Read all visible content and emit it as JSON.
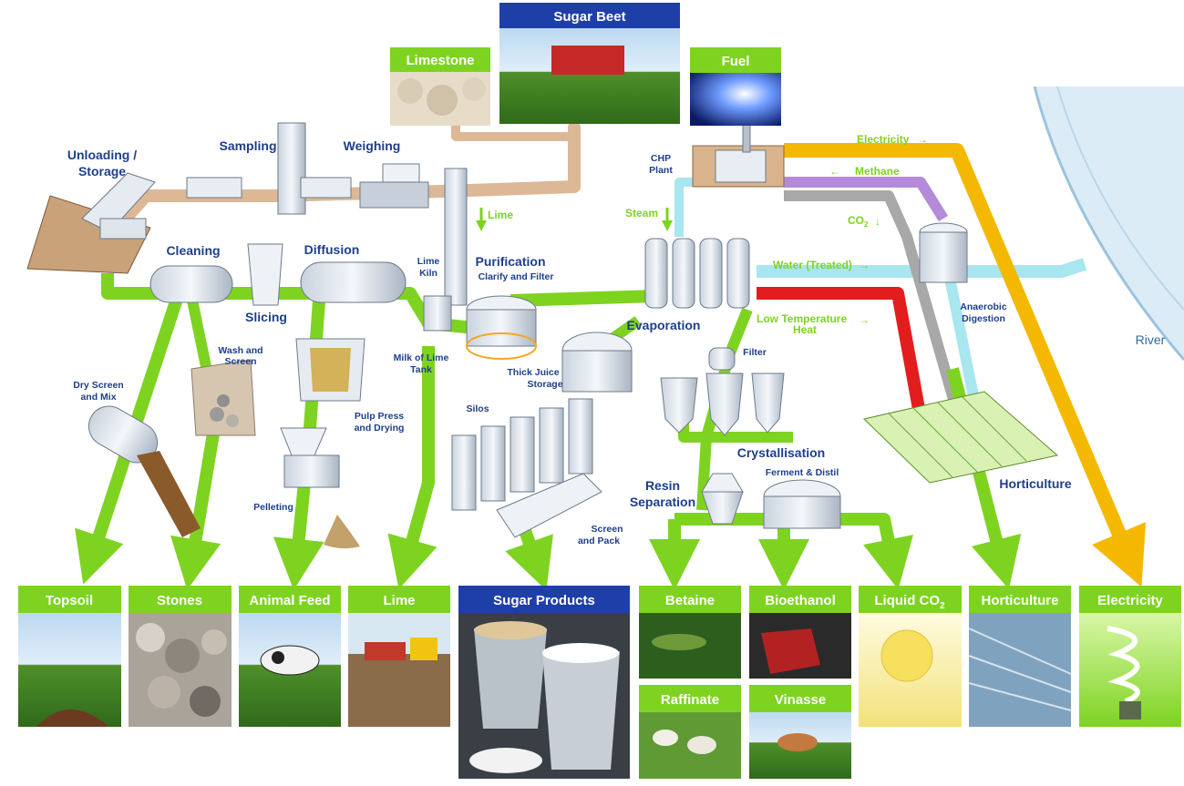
{
  "colors": {
    "green_flow": "#7ed321",
    "beet_path": "#dcb896",
    "steam": "#a8e6f0",
    "methane": "#b48bdb",
    "co2": "#a8a8a8",
    "heat": "#e31d1d",
    "electricity": "#f5b800",
    "header_green": "#7ed321",
    "header_blue": "#1f3fa8",
    "label_blue": "#1e3f8a"
  },
  "inputs": [
    {
      "label": "Limestone"
    },
    {
      "label": "Sugar Beet"
    },
    {
      "label": "Fuel"
    }
  ],
  "process_labels": {
    "unloading_1": "Unloading /",
    "unloading_2": "Storage",
    "sampling": "Sampling",
    "weighing": "Weighing",
    "cleaning": "Cleaning",
    "slicing": "Slicing",
    "diffusion": "Diffusion",
    "lime_kiln_1": "Lime",
    "lime_kiln_2": "Kiln",
    "purification": "Purification",
    "clarify": "Clarify and Filter",
    "milk_of_lime_1": "Milk of Lime",
    "milk_of_lime_2": "Tank",
    "thick_juice_1": "Thick Juice",
    "thick_juice_2": "Storage",
    "evaporation": "Evaporation",
    "filter": "Filter",
    "chp_1": "CHP",
    "chp_2": "Plant",
    "wash_1": "Wash and",
    "wash_2": "Screen",
    "dry_screen_1": "Dry Screen",
    "dry_screen_2": "and Mix",
    "pulp_press_1": "Pulp Press",
    "pulp_press_2": "and Drying",
    "pelleting": "Pelleting",
    "silos": "Silos",
    "crystallisation": "Crystallisation",
    "ferment": "Ferment & Distil",
    "resin_1": "Resin",
    "resin_2": "Separation",
    "screen_pack_1": "Screen",
    "screen_pack_2": "and Pack",
    "anaerobic_1": "Anaerobic",
    "anaerobic_2": "Digestion",
    "horticulture": "Horticulture",
    "river": "River"
  },
  "flow_labels": {
    "lime": "Lime",
    "steam": "Steam",
    "electricity": "Electricity",
    "methane": "Methane",
    "co2": "CO",
    "co2_sub": "2",
    "water": "Water (Treated)",
    "heat_1": "Low Temperature",
    "heat_2": "Heat"
  },
  "outputs": [
    {
      "label": "Topsoil"
    },
    {
      "label": "Stones"
    },
    {
      "label": "Animal Feed"
    },
    {
      "label": "Lime"
    },
    {
      "label": "Sugar Products"
    },
    {
      "label": "Betaine"
    },
    {
      "label": "Raffinate"
    },
    {
      "label": "Bioethanol"
    },
    {
      "label": "Vinasse"
    },
    {
      "label": "Liquid CO",
      "sub": "2"
    },
    {
      "label": "Horticulture"
    },
    {
      "label": "Electricity"
    }
  ]
}
